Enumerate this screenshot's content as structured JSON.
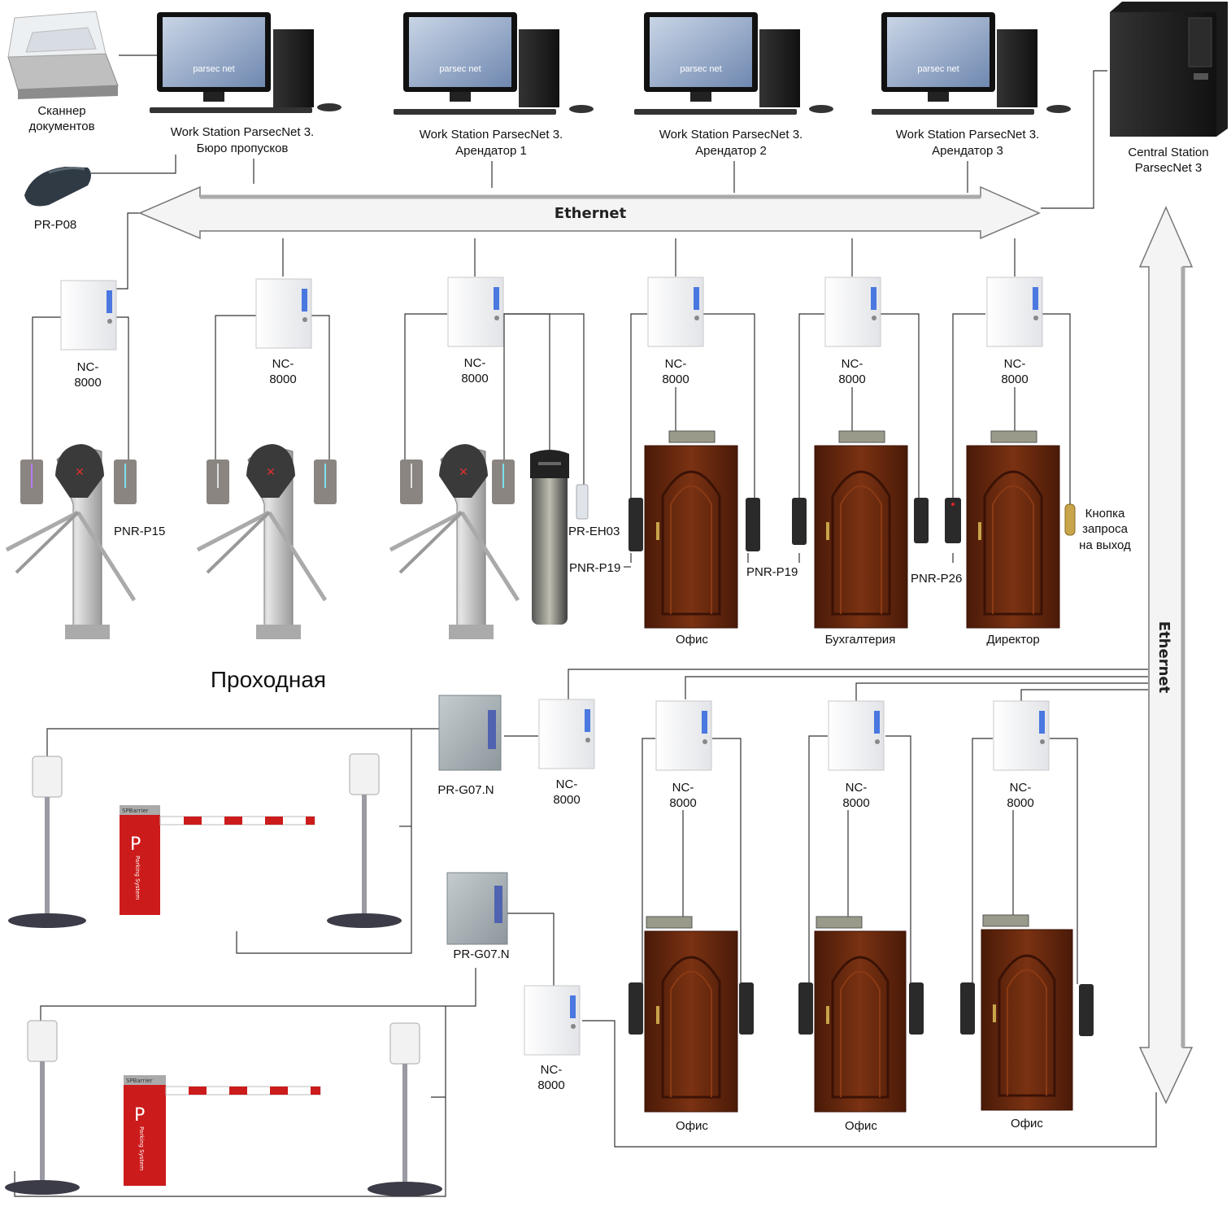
{
  "top": {
    "scanner_label": [
      "Сканнер",
      "документов"
    ],
    "pr_p08_label": "PR-P08",
    "workstations": [
      {
        "line1": "Work Station ParsecNet 3.",
        "line2": "Бюро пропусков",
        "screen_logo": "parsec net"
      },
      {
        "line1": "Work Station ParsecNet 3.",
        "line2": "Арендатор 1",
        "screen_logo": "parsec net"
      },
      {
        "line1": "Work Station ParsecNet 3.",
        "line2": "Арендатор 2",
        "screen_logo": "parsec net"
      },
      {
        "line1": "Work Station ParsecNet 3.",
        "line2": "Арендатор 3",
        "screen_logo": "parsec net"
      }
    ],
    "central_station": [
      "Central Station",
      "ParsecNet 3"
    ]
  },
  "ethernet": {
    "horizontal": "Ethernet",
    "vertical": "Ethernet"
  },
  "controller_label": [
    "NC-",
    "8000"
  ],
  "turnstile_zone": {
    "title": "Проходная",
    "labels": {
      "pnr_p15": "PNR-P15",
      "pr_eh03": "PR-EH03",
      "pnr_p19": "PNR-P19"
    }
  },
  "office_row": {
    "doors": [
      "Офис",
      "Бухгалтерия",
      "Директор"
    ],
    "reader_labels": {
      "pnr_p19": "PNR-P19",
      "pnr_p26": "PNR-P26"
    },
    "exit_button": [
      "Кнопка",
      "запроса",
      "на выход"
    ]
  },
  "parking": {
    "gate_module_label": "PR-G07.N",
    "barrier_text": [
      "SPBarrier",
      "P",
      "Parking System"
    ]
  },
  "bottom_offices": [
    "Офис",
    "Офис",
    "Офис"
  ],
  "colors": {
    "door": "#6a2a10",
    "door_dark": "#4a1a08",
    "controller_led": "#4a78e0",
    "barrier_red": "#cc1b1b",
    "reader": "#2a2a2a",
    "arrow_fill": "#f4f4f4",
    "arrow_stroke": "#777777"
  }
}
